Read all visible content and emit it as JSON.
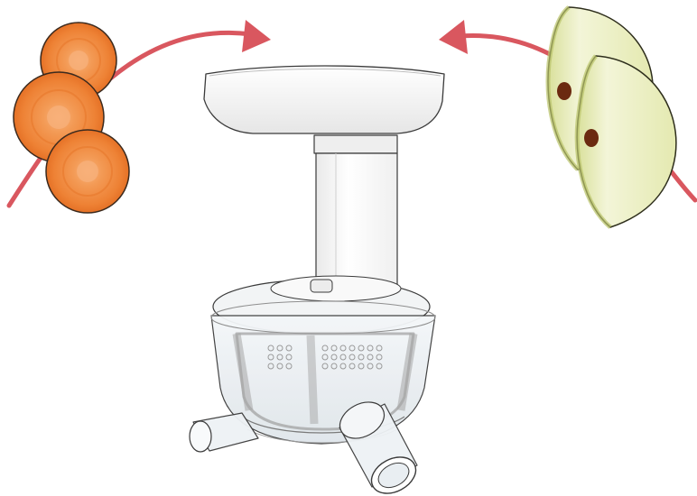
{
  "diagram": {
    "subject": "slow-juicer-attachment-illustration",
    "colors": {
      "arrow": "#d9575f",
      "carrot_fill": "#f0873c",
      "carrot_ring": "#e06c24",
      "carrot_core": "#f6a464",
      "apple_flesh": "#eef2c6",
      "apple_skin": "#c7d07a",
      "apple_seed": "#6b2a10",
      "machine_white": "#f7f7f7",
      "machine_shade": "#dcdcdc",
      "machine_outline": "#3a3a3a",
      "bowl_clear": "#e9eef2",
      "strainer_grey": "#a6a6a6"
    },
    "items": [
      {
        "id": "carrot-slices",
        "label": "",
        "count": 3
      },
      {
        "id": "apple-slices",
        "label": "",
        "count": 2
      },
      {
        "id": "juicer-attachment",
        "label": ""
      }
    ],
    "arrows": [
      {
        "id": "arrow-left-to-center",
        "direction": "right"
      },
      {
        "id": "arrow-right-to-center",
        "direction": "left"
      }
    ]
  }
}
